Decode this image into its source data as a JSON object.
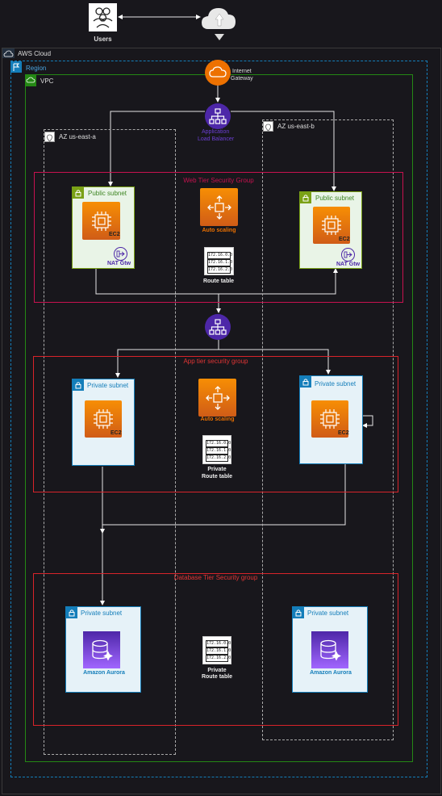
{
  "users": {
    "label": "Users"
  },
  "cloud": {
    "label": "AWS Cloud"
  },
  "region": {
    "label": "Region"
  },
  "vpc": {
    "label": "VPC"
  },
  "igw": {
    "label_line1": "Internet",
    "label_line2": "Gateway"
  },
  "alb": {
    "label_line1": "Application",
    "label_line2": "Load Balancer"
  },
  "az": {
    "a": "AZ us-east-a",
    "b": "AZ us-east-b"
  },
  "web_tier": {
    "title": "Web Tier Security Group",
    "subnet_left": "Public subnet",
    "subnet_right": "Public subnet",
    "ec2": "EC2",
    "nat": "NAT Gtw",
    "autoscaling": "Auto scaling",
    "route_table": "Route table"
  },
  "app_tier": {
    "title": "App tier security group",
    "subnet_left": "Private subnet",
    "subnet_right": "Private subnet",
    "ec2": "EC2",
    "autoscaling": "Auto scaling",
    "route_line1": "Private",
    "route_line2": "Route table"
  },
  "db_tier": {
    "title": "Database Tier Security group",
    "subnet_left": "Private subnet",
    "subnet_right": "Private subnet",
    "aurora": "Amazon Aurora",
    "route_line1": "Private",
    "route_line2": "Route table"
  },
  "route_rows": [
    "172.16.0.0",
    "172.16.1.0",
    "172.16.2.0"
  ],
  "colors": {
    "public_green": "#7aa116",
    "private_blue": "#147eba",
    "security_red": "#d8232a",
    "web_sg_red": "#c7124f",
    "alb_purple": "#6b3fd4",
    "orange": "#ed7100"
  }
}
